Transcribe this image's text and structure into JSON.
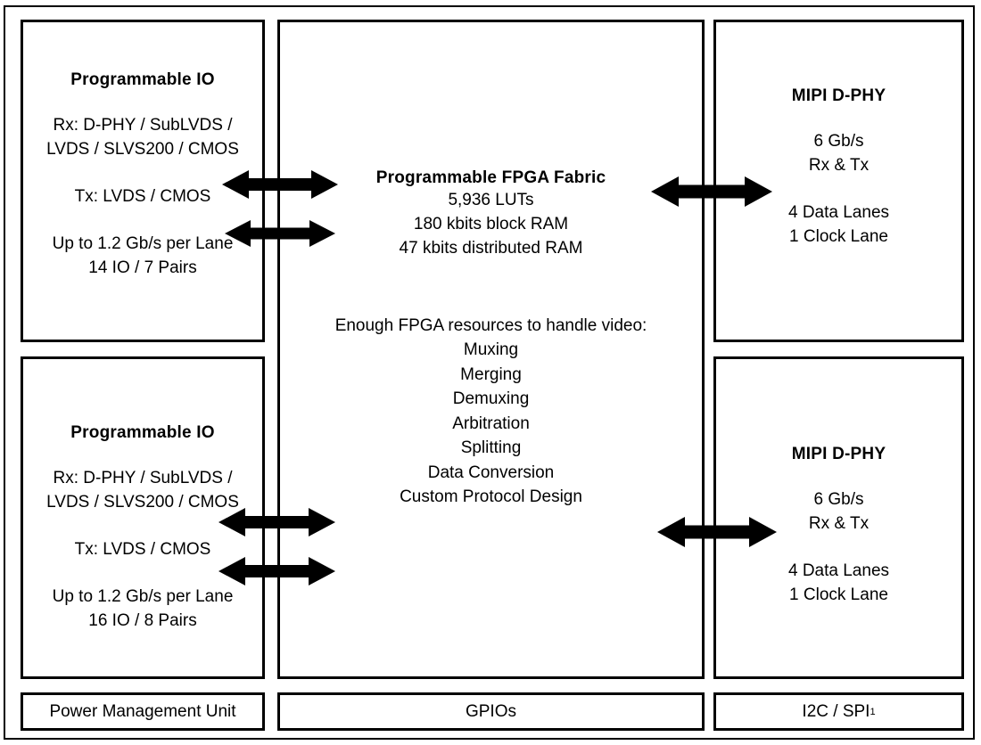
{
  "diagram": {
    "title": "FPGA MIPI bridge block diagram",
    "blocks": {
      "io_top": {
        "title": "Programmable IO",
        "lines": [
          "Rx: D-PHY / SubLVDS /",
          "LVDS / SLVS200 / CMOS"
        ],
        "tx_line": "Tx: LVDS / CMOS",
        "speed_lines": [
          "Up to 1.2 Gb/s per Lane",
          "14 IO / 7 Pairs"
        ]
      },
      "io_bottom": {
        "title": "Programmable IO",
        "lines": [
          "Rx: D-PHY / SubLVDS /",
          "LVDS / SLVS200 / CMOS"
        ],
        "tx_line": "Tx: LVDS / CMOS",
        "speed_lines": [
          "Up to 1.2 Gb/s per Lane",
          "16 IO / 8 Pairs"
        ]
      },
      "fpga": {
        "title": "Programmable FPGA Fabric",
        "resources": [
          "5,936 LUTs",
          "180 kbits block RAM",
          "47 kbits distributed RAM"
        ],
        "capabilities_head": "Enough FPGA resources to handle video:",
        "capabilities": [
          "Muxing",
          "Merging",
          "Demuxing",
          "Arbitration",
          "Splitting",
          "Data Conversion",
          "Custom Protocol Design"
        ]
      },
      "phy_top": {
        "title": "MIPI D-PHY",
        "speed_lines": [
          "6 Gb/s",
          "Rx & Tx"
        ],
        "lane_lines": [
          "4 Data Lanes",
          "1 Clock Lane"
        ]
      },
      "phy_bottom": {
        "title": "MIPI D-PHY",
        "speed_lines": [
          "6 Gb/s",
          "Rx & Tx"
        ],
        "lane_lines": [
          "4 Data Lanes",
          "1 Clock Lane"
        ]
      }
    },
    "footer": {
      "power": "Power Management Unit",
      "gpios": "GPIOs",
      "i2c_spi": "I2C / SPI",
      "i2c_spi_superscript": "1"
    },
    "arrows": {
      "io_top_1": "bidirectional-arrow",
      "io_top_2": "bidirectional-arrow",
      "io_bottom_1": "bidirectional-arrow",
      "io_bottom_2": "bidirectional-arrow",
      "phy_top": "bidirectional-arrow",
      "phy_bottom": "bidirectional-arrow"
    },
    "colors": {
      "line": "#000000",
      "background": "#ffffff"
    }
  }
}
